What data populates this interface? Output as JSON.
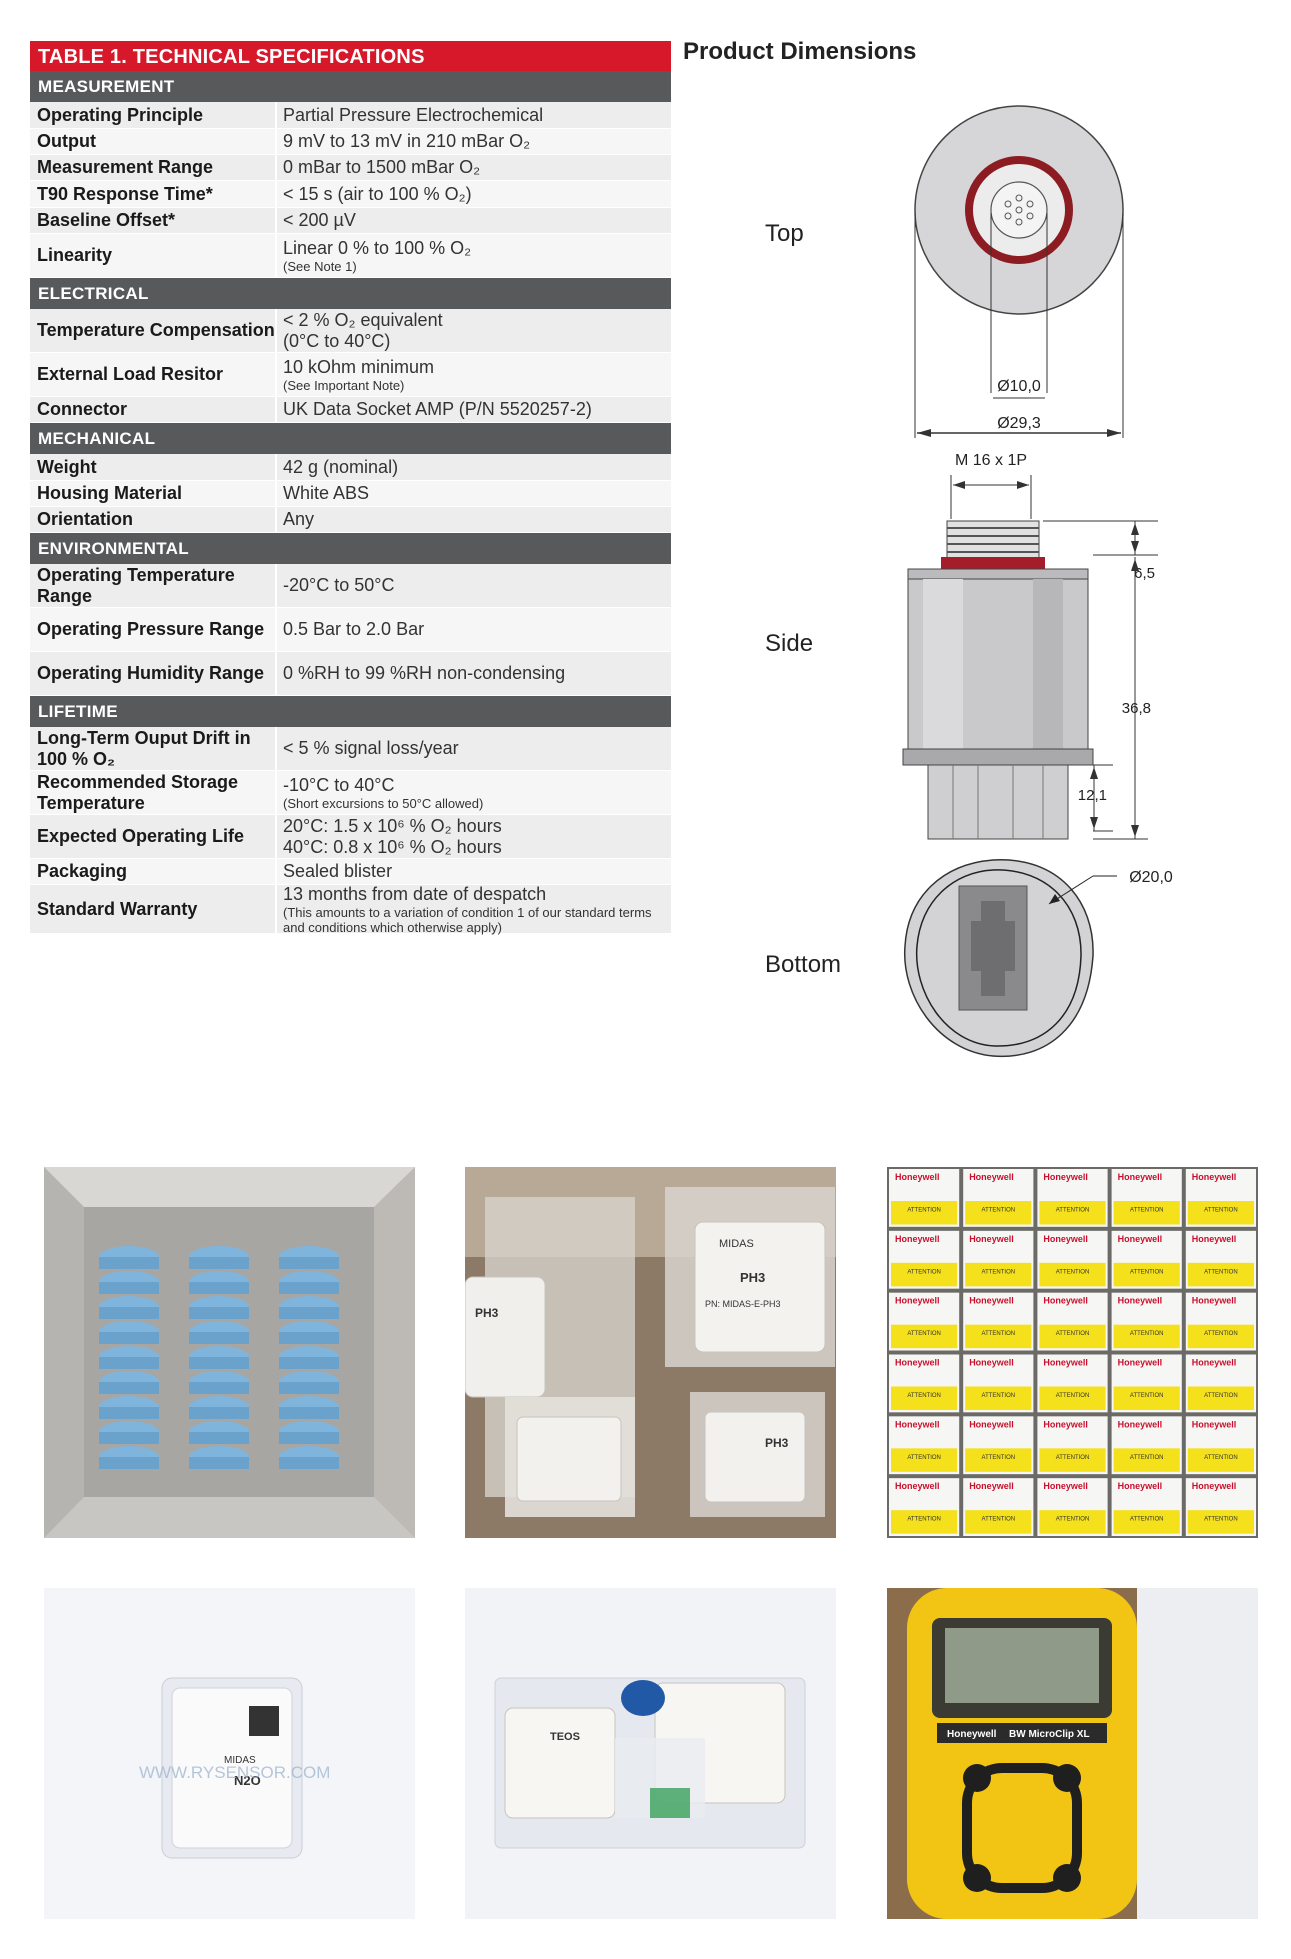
{
  "table": {
    "title": "TABLE 1. TECHNICAL SPECIFICATIONS",
    "sections": [
      {
        "name": "MEASUREMENT",
        "rows": [
          {
            "label": "Operating Principle",
            "value": "Partial Pressure Electrochemical",
            "note": ""
          },
          {
            "label": "Output",
            "value": "9 mV to 13 mV in 210 mBar O₂",
            "note": ""
          },
          {
            "label": "Measurement Range",
            "value": "0 mBar to 1500 mBar O₂",
            "note": ""
          },
          {
            "label": "T90 Response Time*",
            "value": "< 15 s (air to 100 % O₂)",
            "note": ""
          },
          {
            "label": "Baseline Offset*",
            "value": "< 200 µV",
            "note": ""
          },
          {
            "label": "Linearity",
            "value": "Linear 0 % to 100 % O₂",
            "note": "(See Note 1)"
          }
        ]
      },
      {
        "name": "ELECTRICAL",
        "rows": [
          {
            "label": "Temperature Compensation",
            "value": "< 2 % O₂ equivalent",
            "value2": "(0°C to 40°C)",
            "note": ""
          },
          {
            "label": "External  Load Resitor",
            "value": "10 kOhm minimum",
            "note": "(See Important Note)"
          },
          {
            "label": "Connector",
            "value": "UK Data Socket AMP (P/N 5520257-2)",
            "note": ""
          }
        ]
      },
      {
        "name": "MECHANICAL",
        "rows": [
          {
            "label": "Weight",
            "value": "42 g (nominal)",
            "note": ""
          },
          {
            "label": "Housing Material",
            "value": "White ABS",
            "note": ""
          },
          {
            "label": "Orientation",
            "value": "Any",
            "note": ""
          }
        ]
      },
      {
        "name": "ENVIRONMENTAL",
        "rows": [
          {
            "label": "Operating Temperature Range",
            "value": "-20°C  to 50°C",
            "note": ""
          },
          {
            "label": "Operating Pressure Range",
            "value": "0.5 Bar to 2.0 Bar",
            "note": ""
          },
          {
            "label": "Operating Humidity Range",
            "value": "0 %RH to 99 %RH non-condensing",
            "note": ""
          }
        ]
      },
      {
        "name": "LIFETIME",
        "rows": [
          {
            "label": "Long-Term Ouput Drift in 100 % O₂",
            "value": "< 5 % signal loss/year",
            "note": ""
          },
          {
            "label": "Recommended Storage Temperature",
            "value": "-10°C to 40°C",
            "note": "(Short excursions to 50°C allowed)"
          },
          {
            "label": "Expected Operating Life",
            "value": "20°C: 1.5 x 10⁶ % O₂ hours",
            "value2": "40°C: 0.8 x 10⁶ % O₂ hours",
            "note": ""
          },
          {
            "label": "Packaging",
            "value": "Sealed blister",
            "note": ""
          },
          {
            "label": "Standard Warranty",
            "value": "13 months from date of despatch",
            "note": "(This amounts to a variation of condition 1 of our standard terms and conditions which otherwise apply)"
          }
        ]
      }
    ]
  },
  "dimensions": {
    "title": "Product Dimensions",
    "views": {
      "top": "Top",
      "side": "Side",
      "bottom": "Bottom"
    },
    "top": {
      "inner_dia": "Ø10,0",
      "outer_dia": "Ø29,3"
    },
    "side": {
      "thread": "M 16 x 1P",
      "h1": "6,5",
      "h2": "36,8",
      "h3": "12,1"
    },
    "bottom": {
      "dia": "Ø20,0"
    }
  },
  "photos": {
    "p2": {
      "text1": "MIDAS",
      "text2": "PH3",
      "text3": "PN: MIDAS-E-PH3"
    },
    "p3": {
      "brand": "Honeywell",
      "label": "ATTENTION"
    },
    "p4": {
      "watermark": "WWW.RYSENSOR.COM",
      "text1": "MIDAS",
      "text2": "N2O"
    },
    "p5": {
      "text1": "TEOS"
    },
    "p6": {
      "brand": "Honeywell",
      "model": "BW MicroClip XL"
    }
  }
}
